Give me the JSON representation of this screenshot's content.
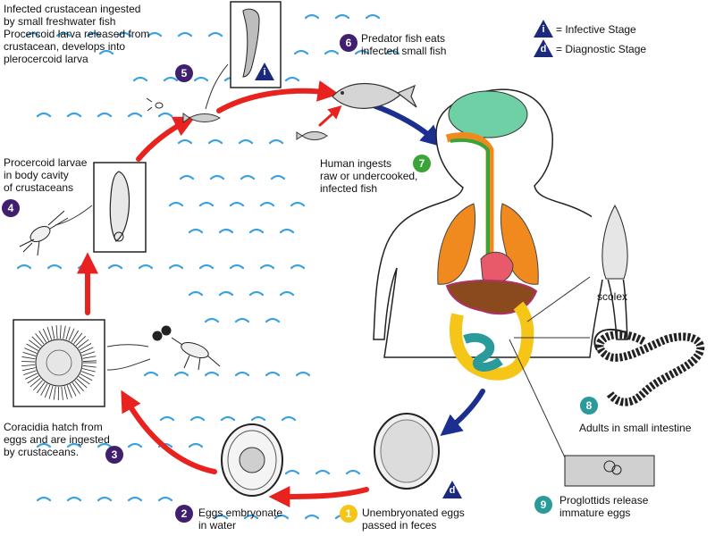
{
  "legend": {
    "infective": {
      "symbol": "i",
      "text": "= Infective Stage"
    },
    "diagnostic": {
      "symbol": "d",
      "text": "= Diagnostic Stage"
    }
  },
  "steps": [
    {
      "num": "1",
      "text": "Unembryonated eggs\npassed in feces",
      "color": "#f5c518"
    },
    {
      "num": "2",
      "text": "Eggs embryonate\nin water",
      "color": "#3f1f6e"
    },
    {
      "num": "3",
      "text": "Coracidia hatch from\neggs and are ingested\nby crustaceans.",
      "color": "#3f1f6e"
    },
    {
      "num": "4",
      "text": "Procercoid larvae\nin body cavity\nof crustaceans",
      "color": "#3f1f6e"
    },
    {
      "num": "5",
      "text": "Infected crustacean ingested\nby small freshwater fish\nProcercoid larva released from\ncrustacean, develops into\nplerocercoid larva",
      "color": "#3f1f6e"
    },
    {
      "num": "6",
      "text": "Predator fish eats\ninfected small fish",
      "color": "#3f1f6e"
    },
    {
      "num": "7",
      "text": "Human ingests\nraw or undercooked,\ninfected fish",
      "color": "#3aa536"
    },
    {
      "num": "8",
      "text": "Adults in small intestine",
      "color": "#2a9a9a"
    },
    {
      "num": "9",
      "text": "Proglottids release\nimmature eggs",
      "color": "#2a9a9a"
    }
  ],
  "labels": {
    "scolex": "scolex"
  },
  "colors": {
    "arrow_red": "#e8231f",
    "arrow_blue": "#1a2f8f",
    "water": "#3aa0e0",
    "stage_triangle": "#1b2a7a"
  }
}
